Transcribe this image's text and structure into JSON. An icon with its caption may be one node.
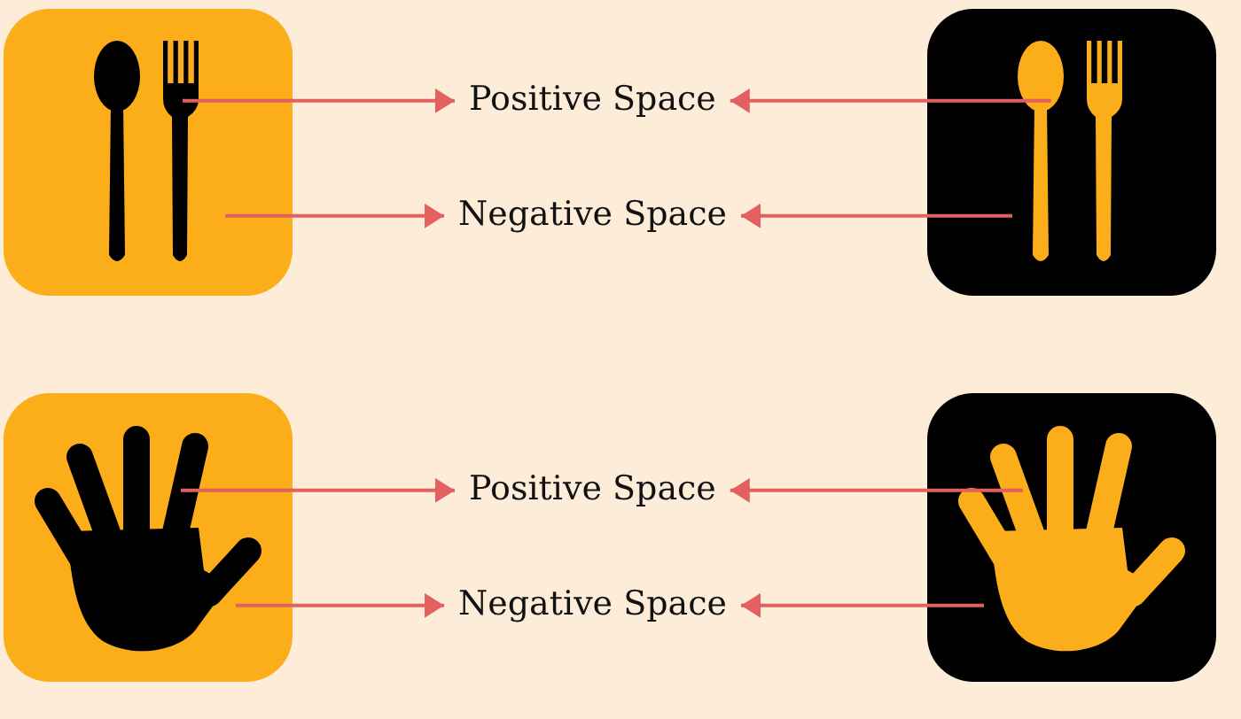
{
  "diagram": {
    "nodes": [
      {
        "text": [],
        "shape": "box"
      },
      {
        "text": [],
        "shape": "picture",
        "in": 0
      },
      {
        "text": [
          "Positive Space"
        ]
      },
      {
        "text": [
          "Negative Space"
        ]
      },
      {
        "text": [],
        "shape": "box"
      },
      {
        "text": [],
        "shape": "picture",
        "in": 4
      },
      {
        "text": [],
        "shape": "box"
      },
      {
        "text": [],
        "shape": "picture",
        "in": 6
      },
      {
        "text": [
          "Positive Space"
        ]
      },
      {
        "text": [
          "Negative Space"
        ]
      },
      {
        "text": [],
        "shape": "box"
      },
      {
        "text": [],
        "shape": "picture",
        "in": 10
      }
    ],
    "edges": [
      {
        "from": 1,
        "to": 2,
        "arrow": "to"
      },
      {
        "from": 5,
        "to": 2,
        "arrow": "to"
      },
      {
        "from": 0,
        "to": 3,
        "arrow": "to"
      },
      {
        "from": 4,
        "to": 3,
        "arrow": "to"
      },
      {
        "from": 7,
        "to": 8,
        "arrow": "to"
      },
      {
        "from": 11,
        "to": 8,
        "arrow": "to"
      },
      {
        "from": 6,
        "to": 9,
        "arrow": "to"
      },
      {
        "from": 10,
        "to": 9,
        "arrow": "to"
      }
    ]
  }
}
